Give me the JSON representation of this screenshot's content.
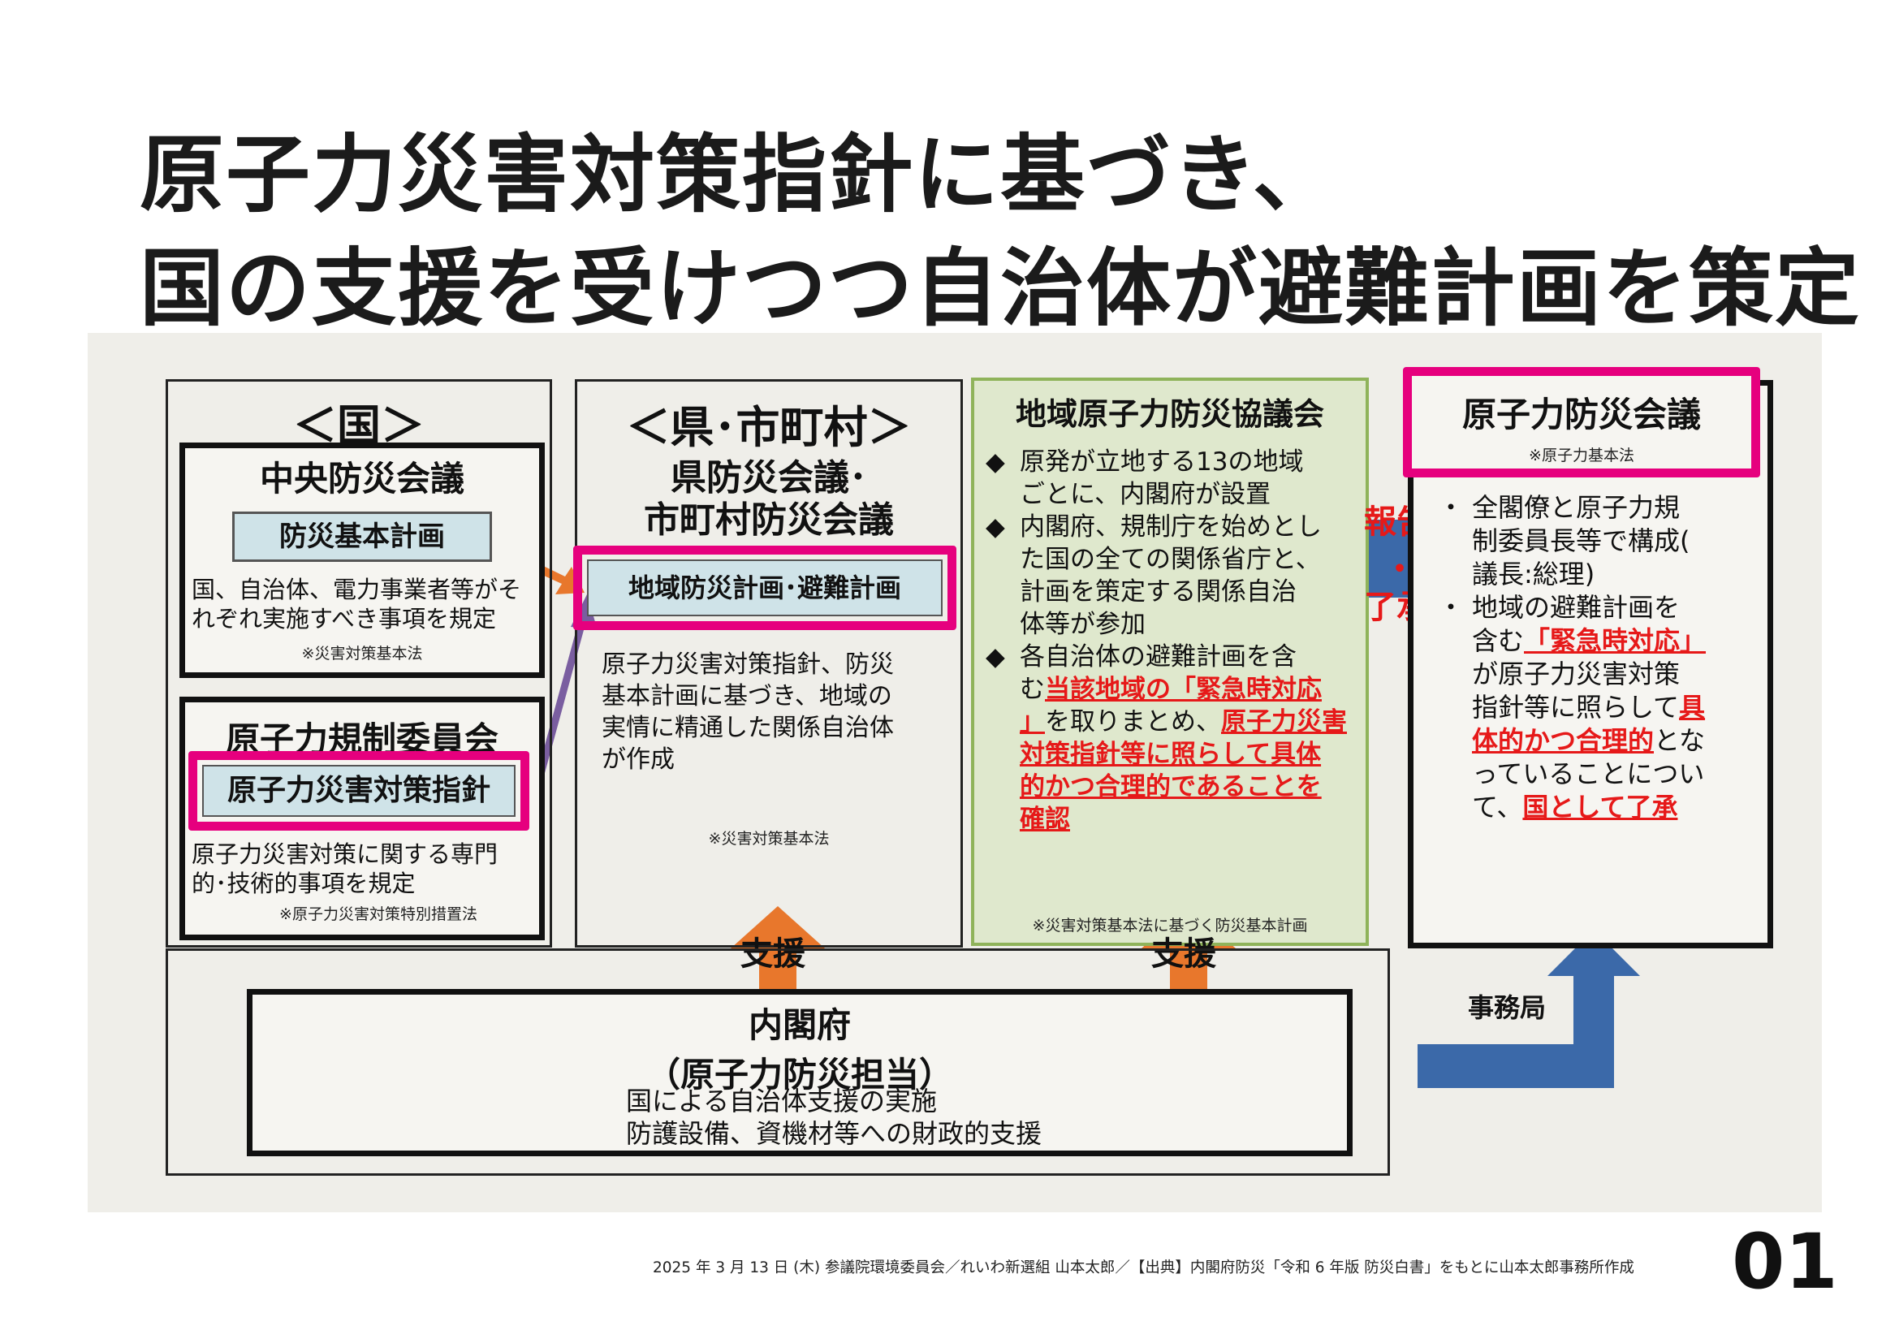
{
  "title": {
    "line1": "原子力災害対策指針に基づき、",
    "line2": "国の支援を受けつつ自治体が避難計画を策定"
  },
  "country": {
    "header": "＜国＞",
    "council": {
      "title": "中央防災会議",
      "plan": "防災基本計画",
      "desc": "国、自治体、電力事業者等がそれぞれ実施すべき事項を規定",
      "note": "※災害対策基本法"
    },
    "nra": {
      "title": "原子力規制委員会",
      "guideline": "原子力災害対策指針",
      "desc_line1": "原子力災害対策に関する専門",
      "desc_line2": "的･技術的事項を規定",
      "note": "※原子力災害対策特別措置法"
    }
  },
  "prefecture": {
    "header": "＜県･市町村＞",
    "council_line1": "県防災会議･",
    "council_line2": "市町村防災会議",
    "plan": "地域防災計画･避難計画",
    "desc_line1": "原子力災害対策指針、防災",
    "desc_line2": "基本計画に基づき、地域の",
    "desc_line3": "実情に精通した関係自治体",
    "desc_line4": "が作成",
    "note": "※災害対策基本法"
  },
  "regional": {
    "title": "地域原子力防災協議会",
    "bullet_marker": "◆",
    "b1_line1": "原発が立地する13の地域",
    "b1_line2": "ごとに、内閣府が設置",
    "b2_line1": "内閣府、規制庁を始めとし",
    "b2_line2": "た国の全ての関係省庁と、",
    "b2_line3": "計画を策定する関係自治",
    "b2_line4": "体等が参加",
    "b3_line1": "各自治体の避難計画を含",
    "b3_line2_pre": "む",
    "b3_line2_red": "当該地域の「緊急時対応",
    "b3_line3_red1": "」",
    "b3_line3_mid": "を取りまとめ、",
    "b3_line3_red2": "原子力災害",
    "b3_line4_red": "対策指針等に照らして具体",
    "b3_line5_red": "的かつ合理的であることを",
    "b3_line6_red": "確認",
    "note": "※災害対策基本法に基づく防災基本計画"
  },
  "nuclear_council": {
    "title": "原子力防災会議",
    "note": "※原子力基本法",
    "bullet_marker": "・",
    "b1_line1": "全閣僚と原子力規",
    "b1_line2": "制委員長等で構成(",
    "b1_line3": "議長:総理)",
    "b2_line1": "地域の避難計画を",
    "b2_line2_pre": "含む",
    "b2_line2_red": "「緊急時対応」",
    "b2_line3": "が原子力災害対策",
    "b2_line4_pre": "指針等に照らして",
    "b2_line4_red": "具",
    "b2_line5_red": "体的かつ合理的",
    "b2_line5_post": "とな",
    "b2_line6": "っていることについ",
    "b2_line7_pre": "て、",
    "b2_line7_red": "国として了承"
  },
  "report_arrow": {
    "line1": "報告",
    "line2": "・",
    "line3": "了承"
  },
  "support_label": "支援",
  "secretariat_label": "事務局",
  "cabinet": {
    "title": "内閣府",
    "subtitle": "（原子力防災担当）",
    "line1": "国による自治体支援の実施",
    "line2": "防護設備、資機材等への財政的支援"
  },
  "footer": "2025 年 3 月 13 日 (木) 参議院環境委員会／れいわ新選組 山本太郎／【出典】内閣府防災「令和 6 年版 防災白書」をもとに山本太郎事務所作成",
  "page_number": "01",
  "colors": {
    "highlight": "#e6007e",
    "red_text": "#e61919",
    "regional_bg": "#dfe8cd",
    "regional_border": "#8fb35a",
    "plan_box": "#cfe3e8",
    "orange_arrow": "#e8772c",
    "blue_arrow": "#3b69a9",
    "purple_arrow": "#7a5ea0"
  }
}
